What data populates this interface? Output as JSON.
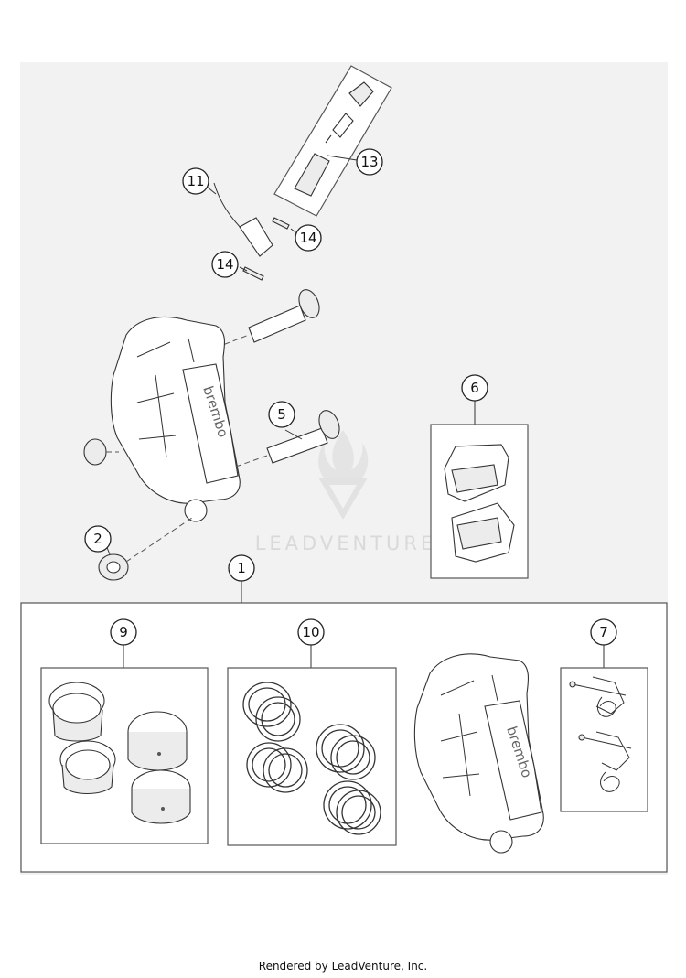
{
  "diagram": {
    "watermark_text": "LEADVENTURE",
    "brand_text": "brembo",
    "callouts": {
      "c11": "11",
      "c13": "13",
      "c14a": "14",
      "c14b": "14",
      "c5": "5",
      "c6": "6",
      "c2": "2",
      "c1": "1",
      "c9": "9",
      "c10": "10",
      "c7": "7"
    }
  },
  "footer": {
    "text": "Rendered by LeadVenture, Inc."
  }
}
